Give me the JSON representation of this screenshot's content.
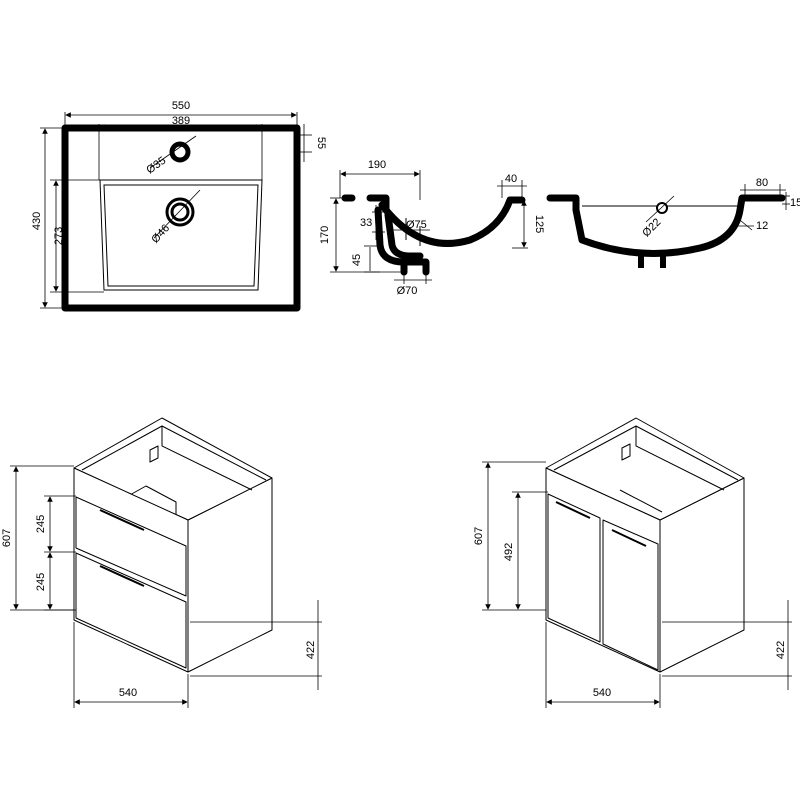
{
  "top_view": {
    "width": "550",
    "hole_spacing": "389",
    "rim_offset": "55",
    "depth": "430",
    "bowl_depth": "273",
    "tap_hole": "Ø35",
    "drain": "Ø46"
  },
  "section_view": {
    "tap_distance": "190",
    "rim_width": "40",
    "height": "170",
    "bowl_height": "125",
    "tap_dia": "Ø75",
    "offset_33": "33",
    "offset_45": "45",
    "trap_dia": "Ø70"
  },
  "side_view": {
    "rim": "80",
    "thickness": "15",
    "lip": "12",
    "overflow": "Ø22"
  },
  "cabinet_drawers": {
    "height": "607",
    "drawer_top": "245",
    "drawer_bottom": "245",
    "floor_height": "422",
    "width": "540"
  },
  "cabinet_doors": {
    "height": "607",
    "door_height": "492",
    "floor_height": "422",
    "width": "540"
  }
}
